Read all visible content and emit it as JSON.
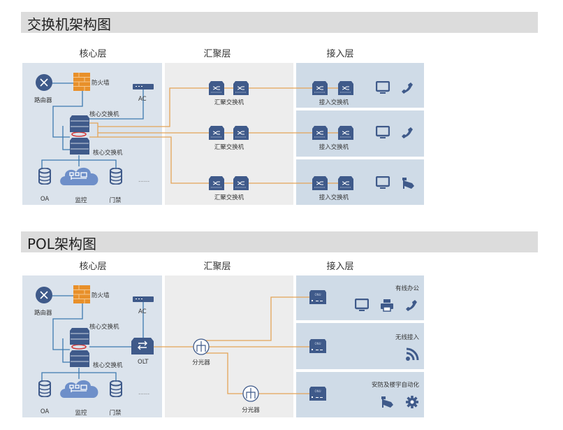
{
  "colors": {
    "header_bg": "#dcdcdc",
    "core_panel": "#dbe3ec",
    "aggregation_panel": "#ededed",
    "access_panel": "#cfdbe7",
    "device_blue": "#3f5a8a",
    "firewall_orange": "#e8902a",
    "link_blue": "#3d7ab0",
    "link_orange": "#e4a457",
    "stack_ring_red": "#d23a3a"
  },
  "switch_diagram": {
    "title": "交换机架构图",
    "layers": {
      "core": "核心层",
      "aggregation": "汇聚层",
      "access": "接入层"
    },
    "core": {
      "router": "路由器",
      "firewall": "防火墙",
      "ac": "AC",
      "core_switch_top": "核心交换机",
      "core_switch_bottom": "核心交换机",
      "endpoints": [
        "OA",
        "监控",
        "门禁"
      ],
      "more": "......"
    },
    "aggregation_rows": [
      "汇聚交换机",
      "汇聚交换机",
      "汇聚交换机"
    ],
    "access_rows": [
      {
        "label": "接入交换机",
        "devices": [
          "monitor-icon",
          "phone-icon"
        ]
      },
      {
        "label": "接入交换机",
        "devices": [
          "monitor-icon",
          "phone-icon"
        ]
      },
      {
        "label": "接入交换机",
        "devices": [
          "monitor-icon",
          "camera-icon"
        ]
      }
    ]
  },
  "pol_diagram": {
    "title": "POL架构图",
    "layers": {
      "core": "核心层",
      "aggregation": "汇聚层",
      "access": "接入层"
    },
    "core": {
      "router": "路由器",
      "firewall": "防火墙",
      "ac": "AC",
      "core_switch_top": "核心交换机",
      "core_switch_bottom": "核心交换机",
      "olt": "OLT",
      "endpoints": [
        "OA",
        "监控",
        "门禁"
      ],
      "more": "......"
    },
    "splitters": [
      "分光器",
      "分光器"
    ],
    "onu_label": "ONU",
    "access_rows": [
      {
        "label": "有线办公",
        "devices": [
          "monitor-icon",
          "printer-icon",
          "phone-icon"
        ]
      },
      {
        "label": "无线接入",
        "devices": [
          "wifi-icon"
        ]
      },
      {
        "label": "安防及楼宇自动化",
        "devices": [
          "camera-icon",
          "gear-icon"
        ]
      }
    ]
  }
}
